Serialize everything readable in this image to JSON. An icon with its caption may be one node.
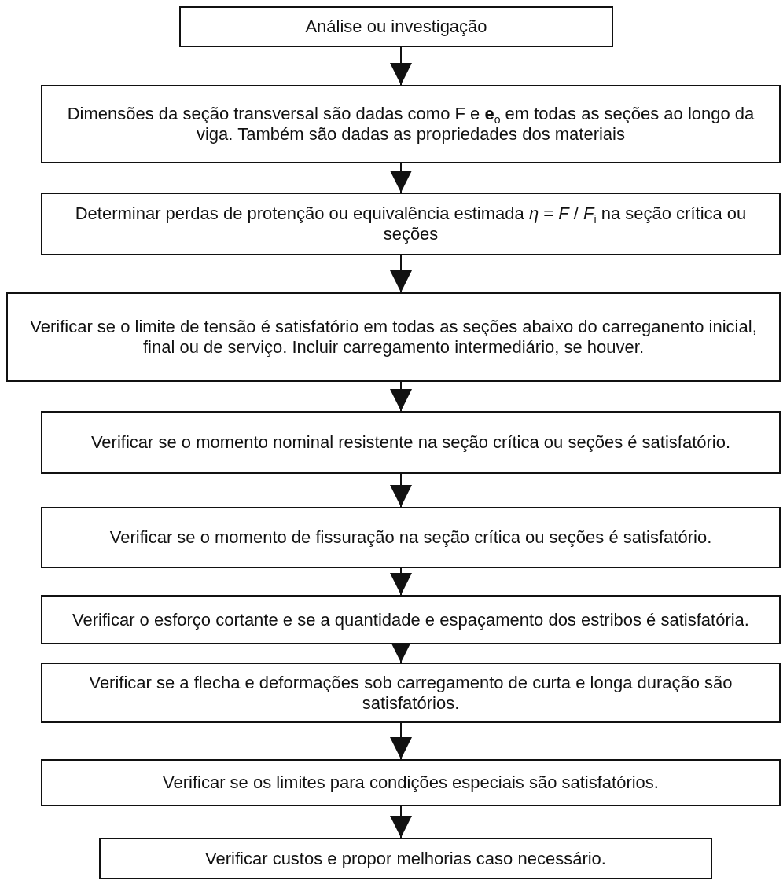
{
  "diagram": {
    "nodes": [
      {
        "text": [
          "Análise ou investigação"
        ]
      },
      {
        "text": [
          "Dimensões da seção transversal são dadas como F e **e**$_{o}$ em todas as seções ao longo da viga. Também são dadas as propriedades dos materiais"
        ]
      },
      {
        "text": [
          "Determinar perdas de protenção ou equivalência estimada *η* = *F* / *F*$_{i}$ na seção crítica ou seções"
        ]
      },
      {
        "text": [
          "Verificar se o limite de tensão é satisfatório em todas as seções abaixo do carreganento inicial, final ou de serviço. Incluir carregamento intermediário, se houver."
        ]
      },
      {
        "text": [
          "Verificar se o momento nominal resistente na seção crítica ou seções é satisfatório."
        ]
      },
      {
        "text": [
          "Verificar se o momento de fissuração na seção crítica ou seções é satisfatório."
        ]
      },
      {
        "text": [
          "Verificar o esforço cortante e se a quantidade e espaçamento dos estribos é satisfatória."
        ]
      },
      {
        "text": [
          "Verificar se a flecha e deformações sob carregamento de curta e longa duração são satisfatórios."
        ]
      },
      {
        "text": [
          "Verificar se os limites para condições especiais são satisfatórios."
        ]
      },
      {
        "text": [
          "Verificar custos e propor melhorias caso necessário."
        ]
      }
    ],
    "edges": [
      {
        "from": 0,
        "to": 1,
        "arrow": "to"
      },
      {
        "from": 1,
        "to": 2,
        "arrow": "to"
      },
      {
        "from": 2,
        "to": 3,
        "arrow": "to"
      },
      {
        "from": 3,
        "to": 4,
        "arrow": "to"
      },
      {
        "from": 4,
        "to": 5,
        "arrow": "to"
      },
      {
        "from": 5,
        "to": 6,
        "arrow": "to"
      },
      {
        "from": 6,
        "to": 7,
        "arrow": "to"
      },
      {
        "from": 7,
        "to": 8,
        "arrow": "to"
      },
      {
        "from": 8,
        "to": 9,
        "arrow": "to"
      }
    ]
  }
}
